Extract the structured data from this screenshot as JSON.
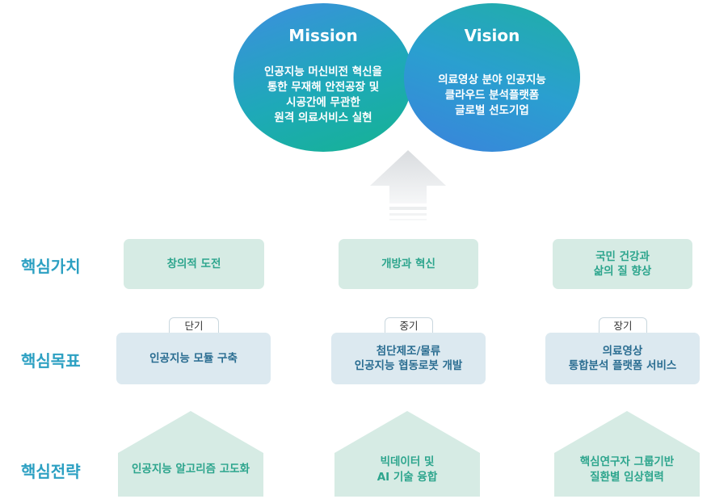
{
  "mission": {
    "title": "Mission",
    "text": "인공지능 머신비전 혁신을\n통한 무재해 안전공장 및\n시공간에 무관한\n원격 의료서비스 실현"
  },
  "vision": {
    "title": "Vision",
    "text": "의료영상 분야 인공지능\n클라우드 분석플랫폼\n글로벌 선도기업"
  },
  "rows": {
    "values_label": "핵심가치",
    "goals_label": "핵심목표",
    "strategy_label": "핵심전략"
  },
  "values": [
    "창의적 도전",
    "개방과 혁신",
    "국민 건강과\n삶의 질 향상"
  ],
  "goals": [
    {
      "term": "단기",
      "text": "인공지능 모듈 구축"
    },
    {
      "term": "중기",
      "text": "첨단제조/물류\n인공지능 협동로봇 개발"
    },
    {
      "term": "장기",
      "text": "의료영상\n통합분석 플랫폼 서비스"
    }
  ],
  "strategies": [
    "인공지능 알고리즘 고도화",
    "빅데이터 및\nAI 기술 융합",
    "핵심연구자 그룹기반\n질환별 임상협력"
  ],
  "colors": {
    "label": "#2ca0c2",
    "value_bg": "#d6ebe4",
    "value_text": "#2da58d",
    "goal_bg": "#dce9f0",
    "goal_text": "#2a6d91",
    "arrow": "#d9dcdf"
  }
}
